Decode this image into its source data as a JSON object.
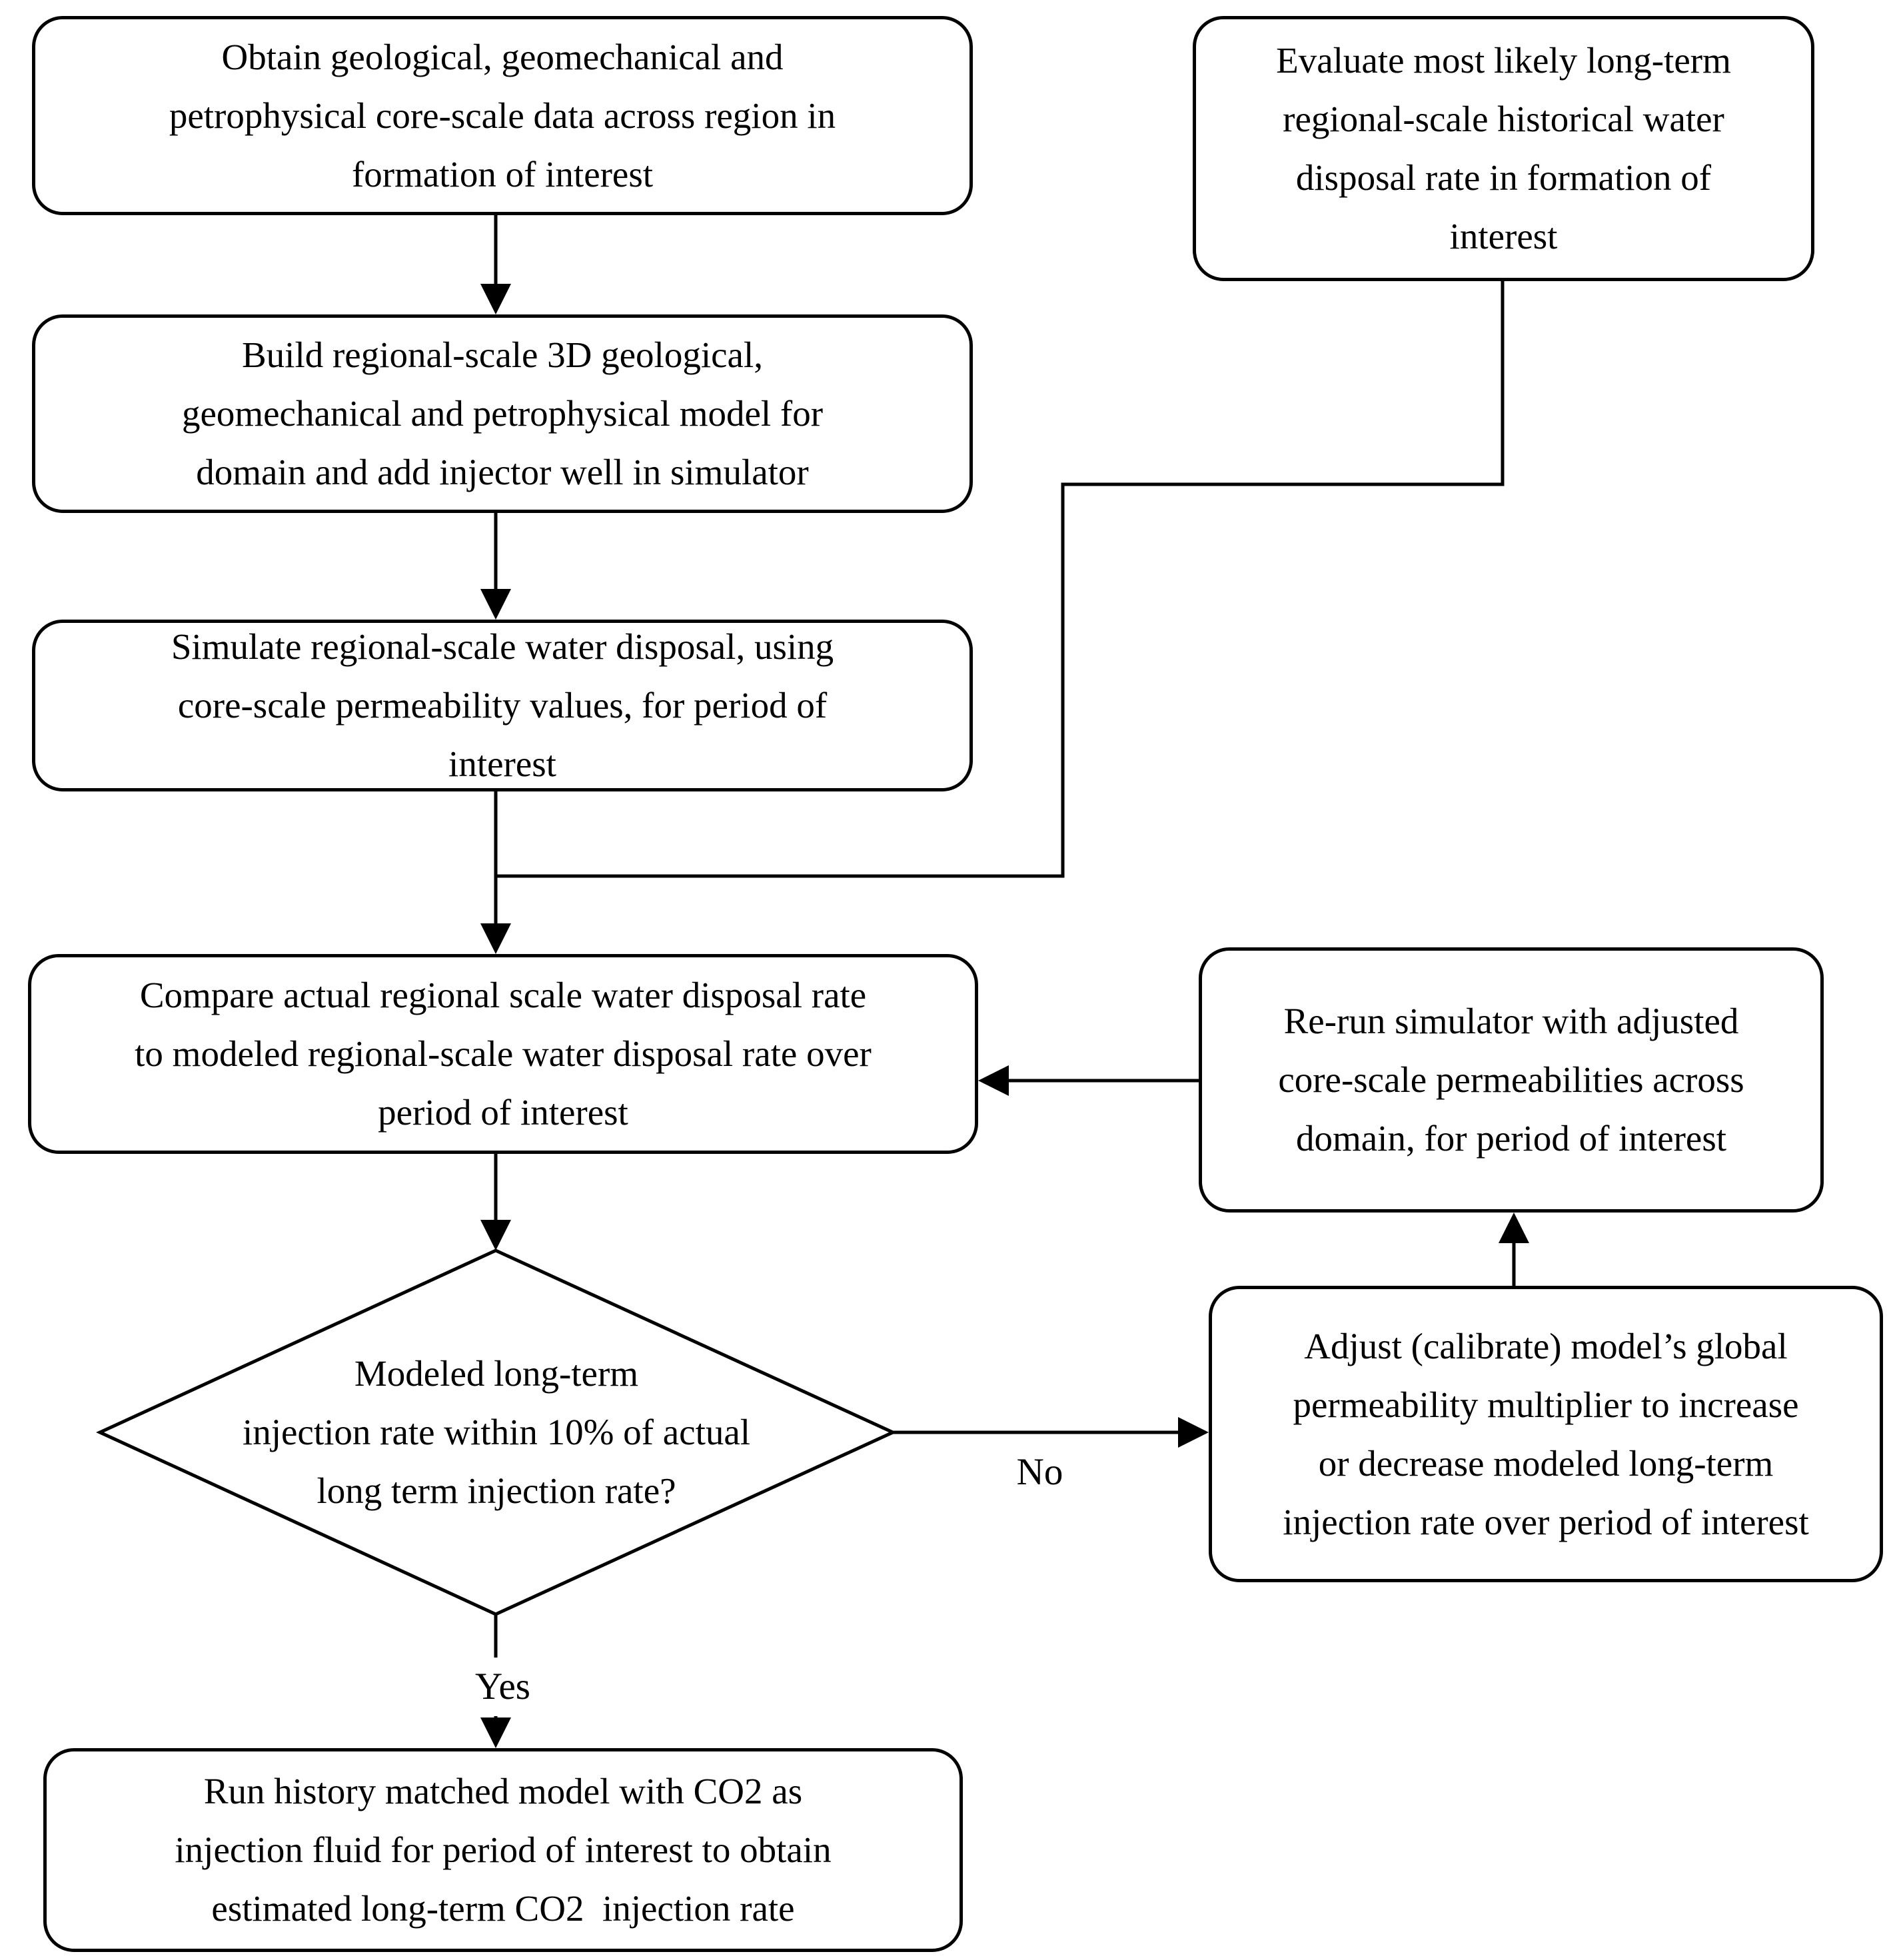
{
  "diagram_type": "flowchart",
  "colors": {
    "stroke": "#000000",
    "background": "#ffffff",
    "text": "#000000"
  },
  "nodes": {
    "obtain": {
      "shape": "rounded-rectangle",
      "text": "Obtain geological, geomechanical and\npetrophysical core-scale data across region in\nformation of interest"
    },
    "build": {
      "shape": "rounded-rectangle",
      "text": "Build regional-scale 3D geological,\ngeomechanical and petrophysical model for\ndomain and add injector well in simulator"
    },
    "simulate": {
      "shape": "rounded-rectangle",
      "text": "Simulate regional-scale water disposal, using\ncore-scale permeability values, for period of\ninterest"
    },
    "evaluate": {
      "shape": "rounded-rectangle",
      "text": "Evaluate most likely long-term\nregional-scale historical water\ndisposal rate in formation of\ninterest"
    },
    "compare": {
      "shape": "rounded-rectangle",
      "text": "Compare actual regional scale water disposal rate\nto modeled regional-scale water disposal rate over\nperiod of interest"
    },
    "rerun": {
      "shape": "rounded-rectangle",
      "text": "Re-run simulator with adjusted\ncore-scale permeabilities across\ndomain, for period of interest"
    },
    "decision": {
      "shape": "diamond",
      "text": "Modeled long-term\ninjection rate within 10% of actual\nlong term injection rate?"
    },
    "adjust": {
      "shape": "rounded-rectangle",
      "text": "Adjust (calibrate) model’s global\npermeability multiplier to increase\nor decrease modeled long-term\ninjection rate over period of interest"
    },
    "run_co2": {
      "shape": "rounded-rectangle",
      "text": "Run history matched model with CO2 as\ninjection fluid for period of interest to obtain\nestimated long-term CO2  injection rate"
    }
  },
  "labels": {
    "yes": "Yes",
    "no": "No"
  },
  "edges": [
    {
      "from": "obtain",
      "to": "build",
      "label": ""
    },
    {
      "from": "build",
      "to": "simulate",
      "label": ""
    },
    {
      "from": "simulate",
      "to": "compare",
      "label": ""
    },
    {
      "from": "evaluate",
      "to": "compare",
      "label": ""
    },
    {
      "from": "compare",
      "to": "decision",
      "label": ""
    },
    {
      "from": "decision",
      "to": "adjust",
      "label": "No"
    },
    {
      "from": "decision",
      "to": "run_co2",
      "label": "Yes"
    },
    {
      "from": "adjust",
      "to": "rerun",
      "label": ""
    },
    {
      "from": "rerun",
      "to": "compare",
      "label": ""
    }
  ]
}
